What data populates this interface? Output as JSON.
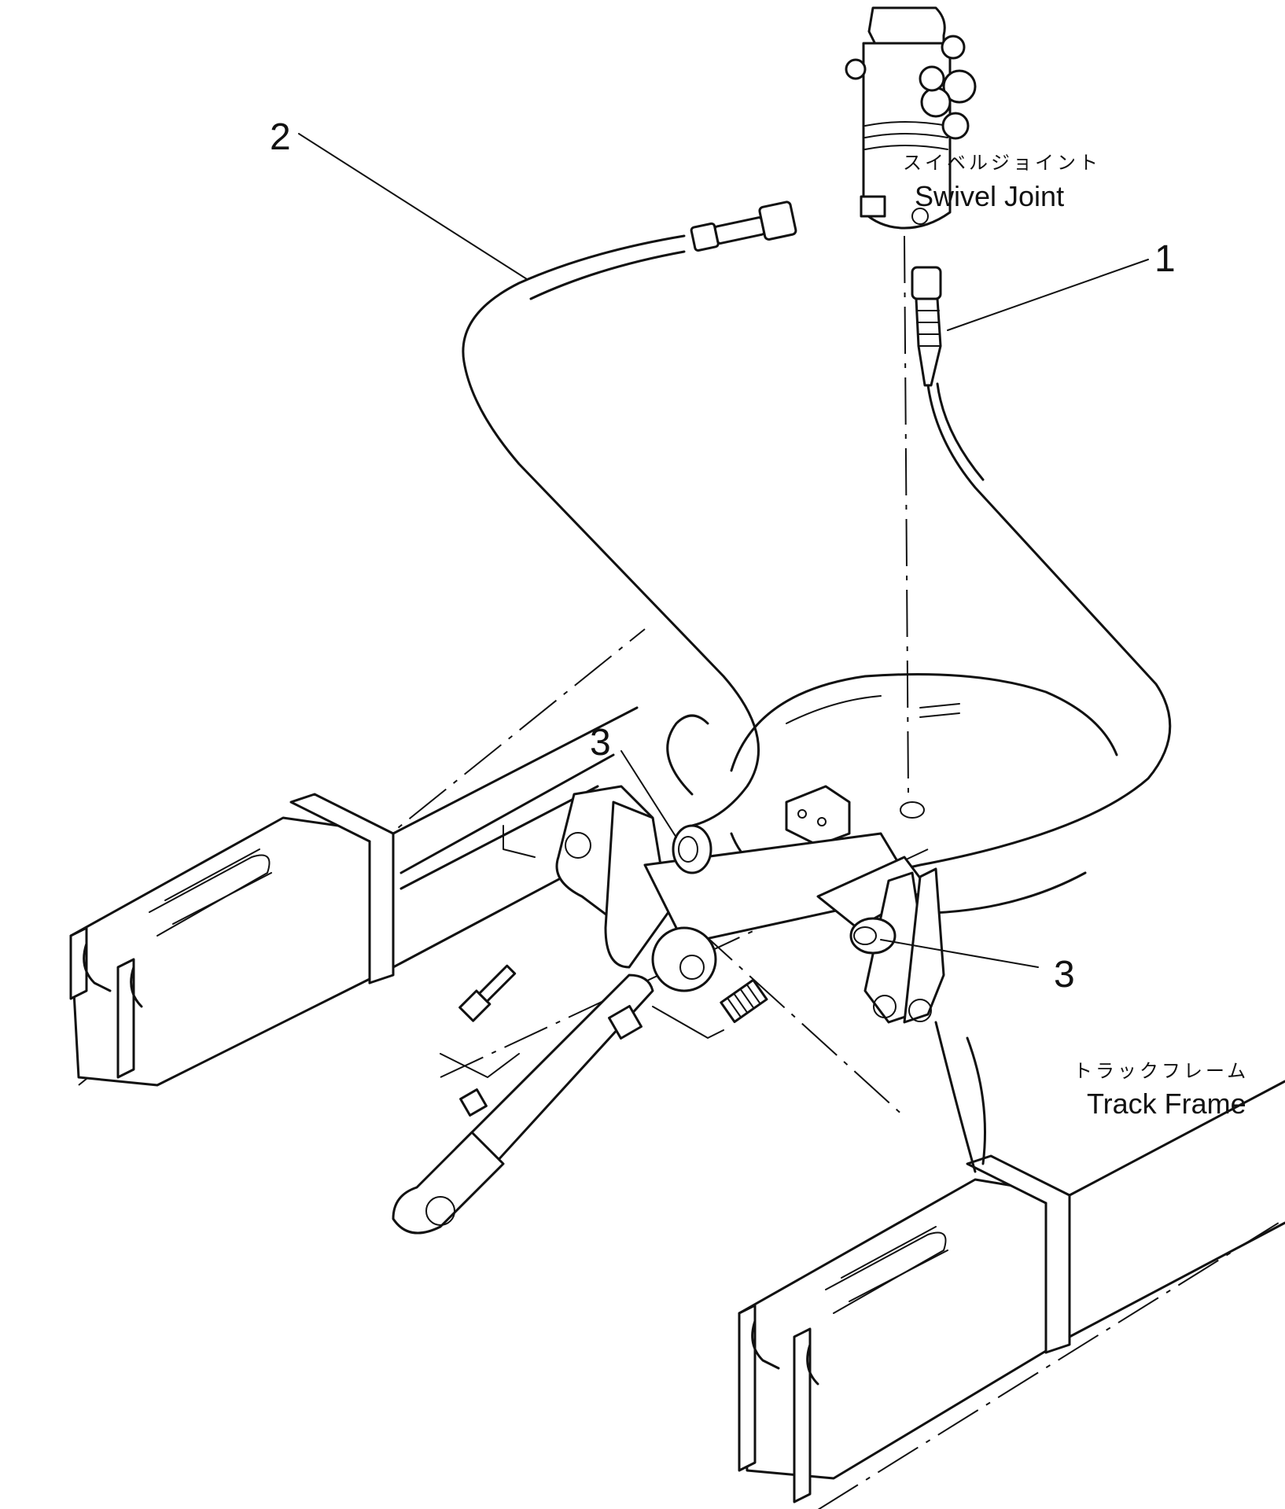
{
  "callouts": {
    "part1": "1",
    "part2": "2",
    "part3a": "3",
    "part3b": "3"
  },
  "labels": {
    "swivel_joint_jp": "スイベルジョイント",
    "swivel_joint_en": "Swivel Joint",
    "track_frame_jp": "トラックフレーム",
    "track_frame_en": "Track Frame"
  }
}
